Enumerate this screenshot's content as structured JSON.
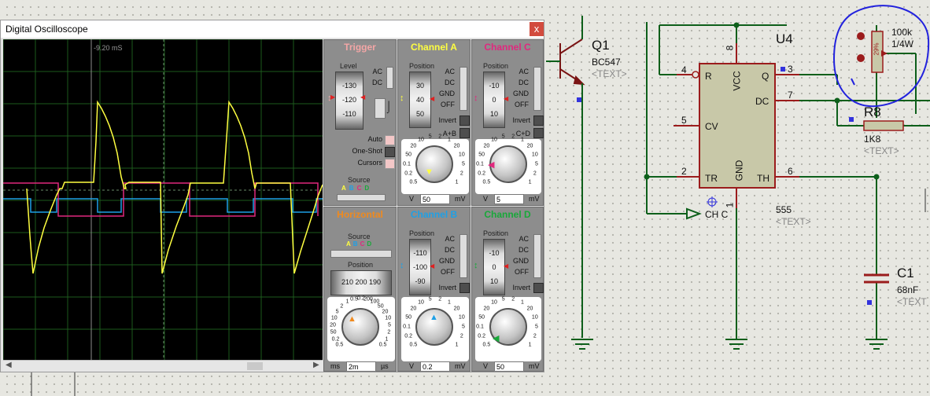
{
  "window": {
    "title": "Digital Oscilloscope",
    "close_label": "x"
  },
  "screen": {
    "cursor_time": "-9.20 mS"
  },
  "trigger": {
    "title": "Trigger",
    "level_label": "Level",
    "level_ticks": [
      "-130",
      "-120",
      "-110"
    ],
    "coupling": [
      "AC",
      "DC"
    ],
    "modes": [
      "Auto",
      "One-Shot",
      "Cursors"
    ],
    "source_label": "Source",
    "source_channels": [
      "A",
      "B",
      "C",
      "D"
    ]
  },
  "horizontal": {
    "title": "Horizontal",
    "source_label": "Source",
    "source_channels": [
      "A",
      "B",
      "C",
      "D"
    ],
    "position_label": "Position",
    "position_ticks": [
      "210",
      "200",
      "190"
    ],
    "dial_labels": [
      "0.5",
      "0.2",
      "50",
      "20",
      "10",
      "5",
      "2",
      "1",
      "0.5",
      "0.2",
      "200",
      "100",
      "50",
      "20",
      "10",
      "5",
      "2",
      "1",
      "0.5"
    ],
    "value": "2m",
    "unit_left": "ms",
    "unit_right": "µs"
  },
  "channel_a": {
    "title": "Channel A",
    "position_label": "Position",
    "position_ticks": [
      "30",
      "40",
      "50"
    ],
    "coupling": [
      "AC",
      "DC",
      "GND",
      "OFF"
    ],
    "invert_label": "Invert",
    "extra_label": "A+B",
    "value": "50",
    "unit_left": "V",
    "unit_right": "mV",
    "dial_labels": [
      "0.5",
      "0.2",
      "0.1",
      "50",
      "20",
      "10",
      "5",
      "2",
      "1",
      "20",
      "10",
      "5",
      "2",
      "1"
    ]
  },
  "channel_b": {
    "title": "Channel B",
    "position_label": "Position",
    "position_ticks": [
      "-110",
      "-100",
      "-90"
    ],
    "coupling": [
      "AC",
      "DC",
      "GND",
      "OFF"
    ],
    "invert_label": "Invert",
    "value": "0.2",
    "unit_left": "V",
    "unit_right": "mV",
    "dial_labels": [
      "0.5",
      "0.2",
      "0.1",
      "50",
      "20",
      "10",
      "5",
      "2",
      "1",
      "20",
      "10",
      "5",
      "2",
      "1"
    ]
  },
  "channel_c": {
    "title": "Channel C",
    "position_label": "Position",
    "position_ticks": [
      "-10",
      "0",
      "10"
    ],
    "coupling": [
      "AC",
      "DC",
      "GND",
      "OFF"
    ],
    "invert_label": "Invert",
    "extra_label": "C+D",
    "value": "5",
    "unit_left": "V",
    "unit_right": "mV",
    "dial_labels": [
      "0.5",
      "0.2",
      "0.1",
      "50",
      "20",
      "10",
      "5",
      "2",
      "1",
      "20",
      "10",
      "5",
      "2",
      "1"
    ]
  },
  "channel_d": {
    "title": "Channel D",
    "position_label": "Position",
    "position_ticks": [
      "-10",
      "0",
      "10"
    ],
    "coupling": [
      "AC",
      "DC",
      "GND",
      "OFF"
    ],
    "invert_label": "Invert",
    "value": "50",
    "unit_left": "V",
    "unit_right": "mV",
    "dial_labels": [
      "0.5",
      "0.2",
      "0.1",
      "50",
      "20",
      "10",
      "5",
      "2",
      "1",
      "20",
      "10",
      "5",
      "2",
      "1"
    ]
  },
  "schematic": {
    "q1": {
      "ref": "Q1",
      "value": "BC547",
      "text": "<TEXT>"
    },
    "u4": {
      "ref": "U4",
      "value": "555",
      "text": "<TEXT>",
      "pins": {
        "r": "R",
        "vcc": "VCC",
        "q": "Q",
        "dc": "DC",
        "cv": "CV",
        "tr": "TR",
        "gnd": "GND",
        "th": "TH"
      },
      "pin_numbers": {
        "p4": "4",
        "p8": "8",
        "p3": "3",
        "p7": "7",
        "p5": "5",
        "p2": "2",
        "p6": "6",
        "p1": "1"
      }
    },
    "r8": {
      "ref": "R8",
      "value": "1K8",
      "text": "<TEXT>"
    },
    "pot": {
      "value": "100k",
      "rating": "1/4W",
      "percent": "29%"
    },
    "c1": {
      "ref": "C1",
      "value": "68nF",
      "text": "<TEXT"
    },
    "probe": {
      "label": "CH C"
    }
  },
  "colors": {
    "channel_a": "#ffff40",
    "channel_b": "#1ea0e6",
    "channel_c": "#e0287e",
    "channel_d": "#19a83a",
    "trigger": "#f4a6a6",
    "horizontal": "#f08a1e",
    "schematic_body": "#c8c8a8",
    "schematic_body_border": "#9b1c1c",
    "wire_green": "#0d5f1a",
    "pin_red": "#9b1c1c",
    "annotation_blue": "#2222dd"
  }
}
